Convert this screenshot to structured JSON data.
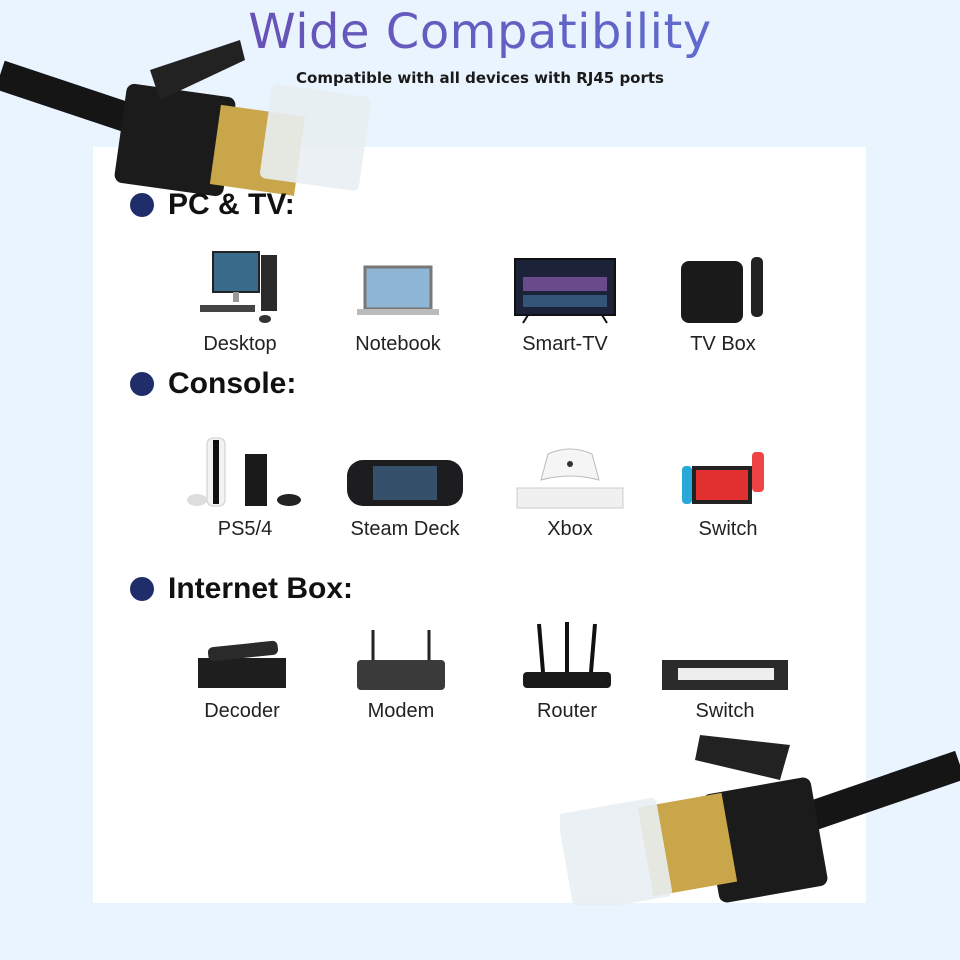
{
  "header": {
    "title": "Wide Compatibility",
    "subtitle": "Compatible with all devices with RJ45 ports"
  },
  "sections": [
    {
      "title": "PC & TV:",
      "items": [
        {
          "label": "Desktop",
          "icon": "desktop-icon"
        },
        {
          "label": "Notebook",
          "icon": "laptop-icon"
        },
        {
          "label": "Smart-TV",
          "icon": "tv-icon"
        },
        {
          "label": "TV Box",
          "icon": "tv-box-icon"
        }
      ]
    },
    {
      "title": "Console:",
      "items": [
        {
          "label": "PS5/4",
          "icon": "playstation-icon"
        },
        {
          "label": "Steam Deck",
          "icon": "steam-deck-icon"
        },
        {
          "label": "Xbox",
          "icon": "xbox-icon"
        },
        {
          "label": "Switch",
          "icon": "nintendo-switch-icon"
        }
      ]
    },
    {
      "title": "Internet Box:",
      "items": [
        {
          "label": "Decoder",
          "icon": "decoder-icon"
        },
        {
          "label": "Modem",
          "icon": "modem-icon"
        },
        {
          "label": "Router",
          "icon": "router-icon"
        },
        {
          "label": "Switch",
          "icon": "network-switch-icon"
        }
      ]
    }
  ],
  "colors": {
    "background": "#e9f4fe",
    "bullet": "#1f2d6b",
    "title_start": "#6c45a8",
    "title_end": "#5b78dc"
  }
}
